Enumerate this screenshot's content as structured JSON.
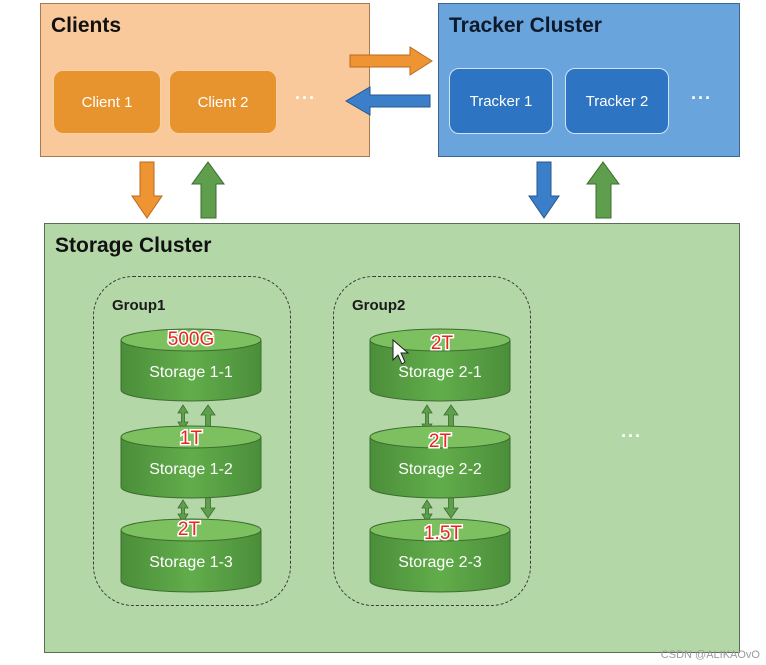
{
  "clients": {
    "title": "Clients",
    "nodes": [
      "Client 1",
      "Client 2"
    ],
    "more": "···"
  },
  "tracker": {
    "title": "Tracker Cluster",
    "nodes": [
      "Tracker 1",
      "Tracker 2"
    ],
    "more": "···"
  },
  "storage": {
    "title": "Storage Cluster",
    "more": "···",
    "groups": [
      {
        "title": "Group1",
        "nodes": [
          "Storage 1-1",
          "Storage 1-2",
          "Storage 1-3"
        ],
        "capacities": [
          "500G",
          "1T",
          "2T"
        ]
      },
      {
        "title": "Group2",
        "nodes": [
          "Storage 2-1",
          "Storage 2-2",
          "Storage 2-3"
        ],
        "capacities": [
          "2T",
          "2T",
          "1.5T"
        ]
      }
    ]
  },
  "watermark": "CSDN @ALIKAOvO",
  "colors": {
    "clients_panel": "#f9c99c",
    "client_node": "#e8942e",
    "tracker_panel": "#6aa4dc",
    "tracker_node": "#2d74c2",
    "storage_panel": "#b4d7a8",
    "storage_node": "#5aa244",
    "arrow_orange": "#ef9433",
    "arrow_blue": "#3b7fcb",
    "arrow_green": "#5f9e4c",
    "capacity_text": "#e8261c"
  }
}
